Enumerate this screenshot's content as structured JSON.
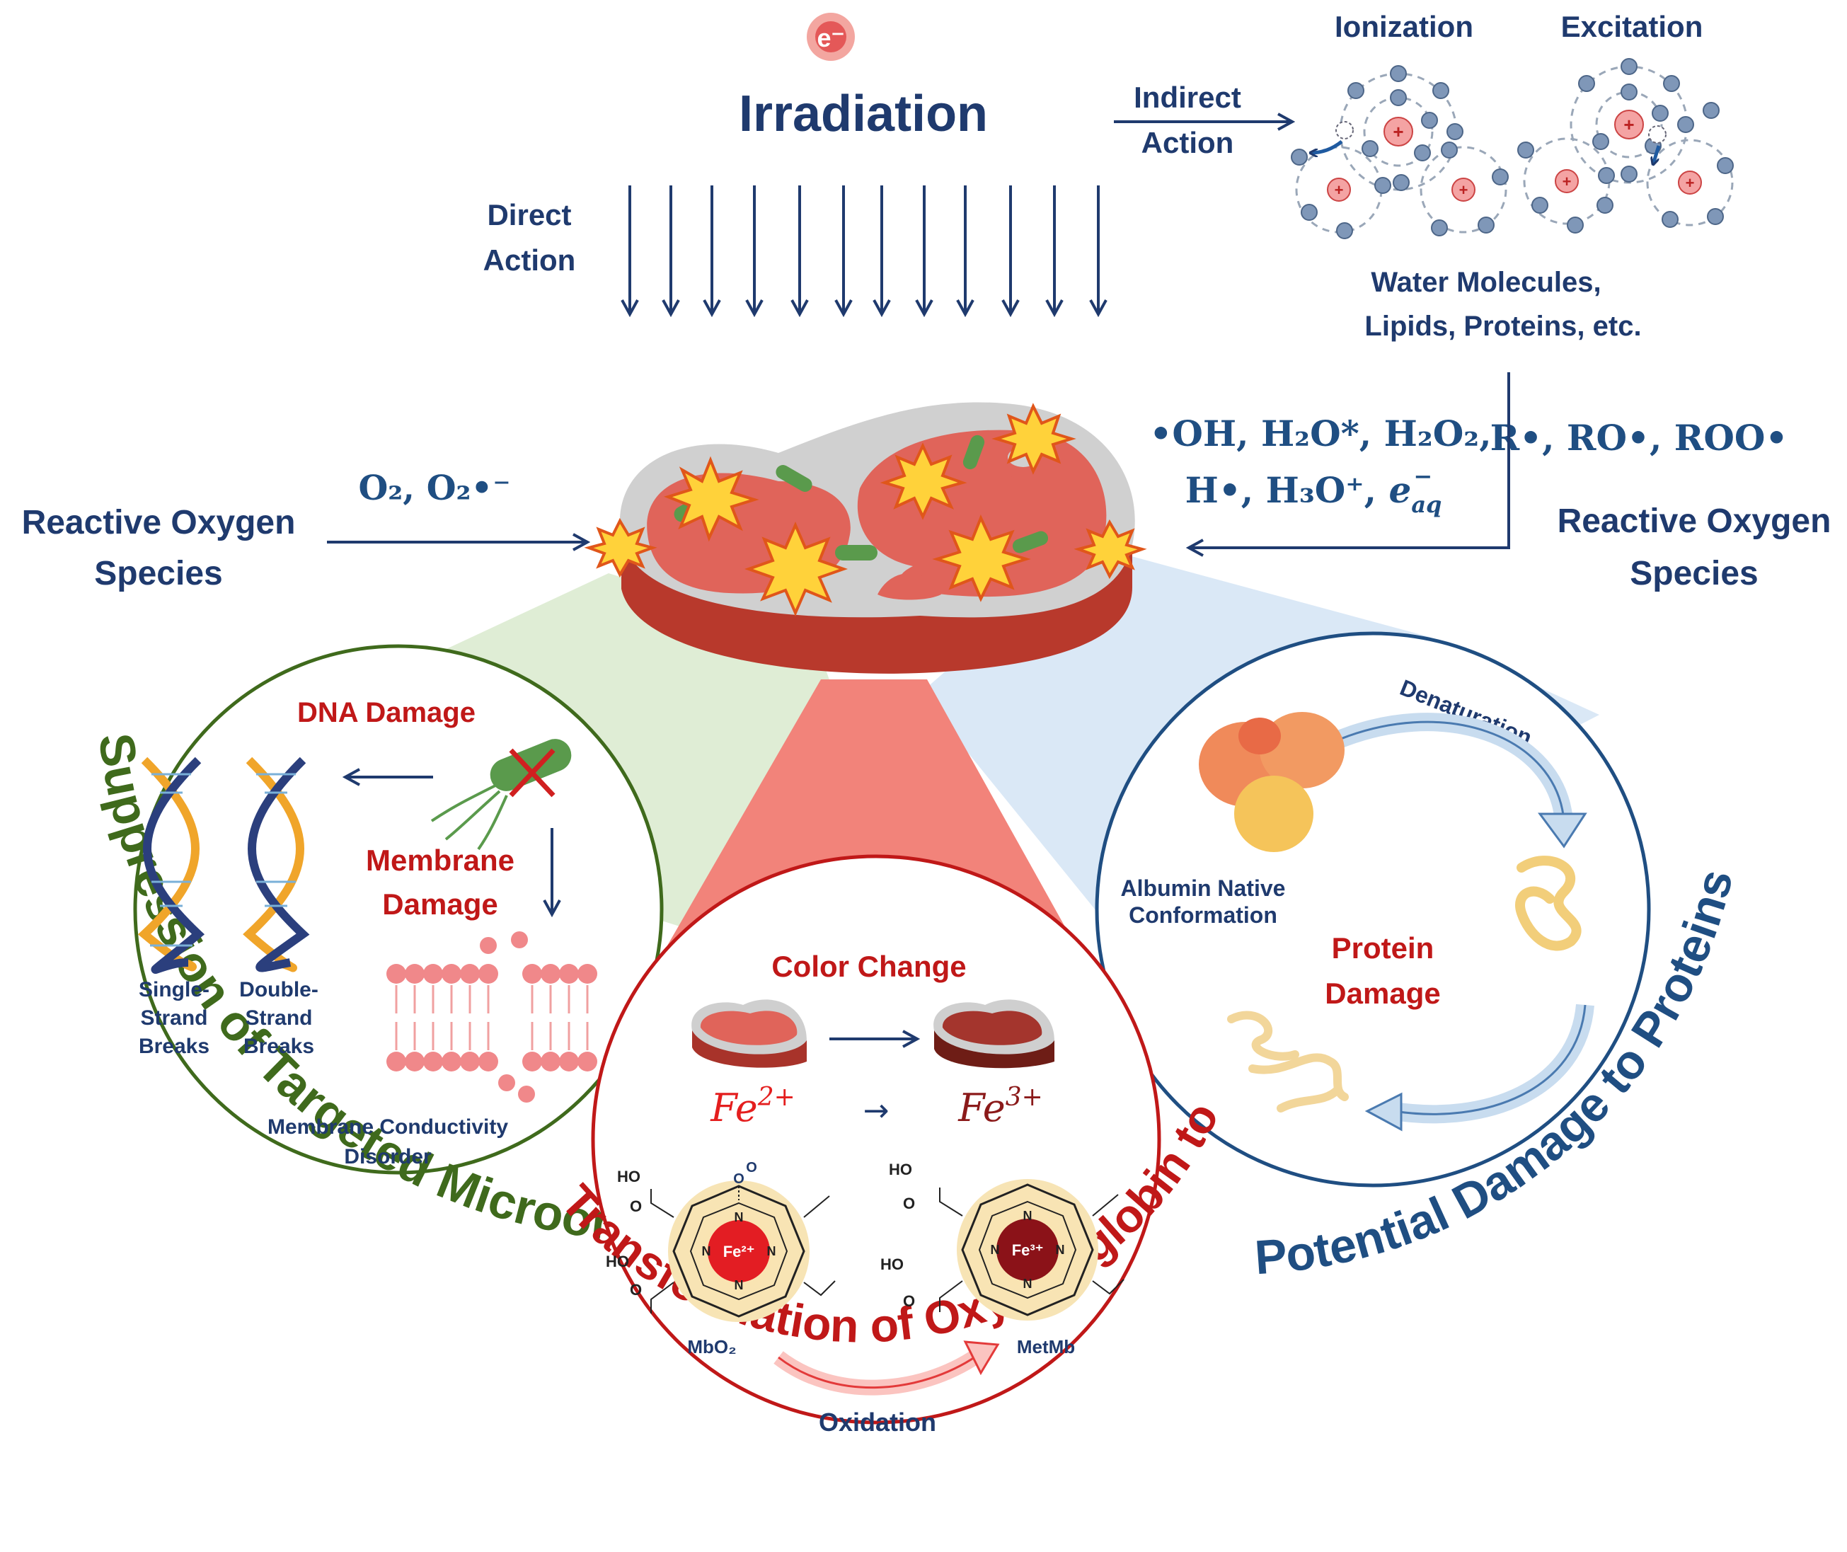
{
  "colors": {
    "navy": "#1f3a6e",
    "dark_red": "#c01818",
    "green": "#3f6a1c",
    "blue_title": "#1f4e82",
    "meat": "#e0645a",
    "fat": "#cfcfcf",
    "green_sector": "#dcebd0",
    "red_sector": "#f2837a",
    "blue_sector": "#d6e6f5"
  },
  "top": {
    "electron_label": "e⁻",
    "irradiation": "Irradiation",
    "direct_action": [
      "Direct",
      "Action"
    ],
    "indirect_action": [
      "Indirect",
      "Action"
    ],
    "ionization": "Ionization",
    "excitation": "Excitation",
    "targets": [
      "Water Molecules,",
      "Lipids, Proteins, etc."
    ]
  },
  "species": {
    "left_formula": "O₂, O₂•⁻",
    "left_label": [
      "Reactive Oxygen",
      "Species"
    ],
    "mid_line1": "•OH, H₂O*, H₂O₂,",
    "mid_line2_main": "H•, H₃O⁺, ",
    "mid_line2_e": "e",
    "mid_line2_sub": "aq",
    "mid_line2_sup": "−",
    "right_formula": "R•, RO•, ROO•",
    "right_label": [
      "Reactive Oxygen",
      "Species"
    ]
  },
  "left_panel": {
    "title": "Suppression of Targeted Microorganisms",
    "dna_damage": "DNA Damage",
    "membrane_damage": [
      "Membrane",
      "Damage"
    ],
    "single": [
      "Single-",
      "Strand",
      "Breaks"
    ],
    "double": [
      "Double-",
      "Strand",
      "Breaks"
    ],
    "conductivity": [
      "Membrane Conductivity",
      "Disorder"
    ]
  },
  "center_panel": {
    "title": "Transformation of Oxymyoglobin to Metmyoglobin",
    "color_change": "Color Change",
    "fe_left_base": "Fe",
    "fe_left_sup": "2+",
    "fe_right_base": "Fe",
    "fe_right_sup": "3+",
    "fe_arrow": "→",
    "iron_left": "Fe²⁺",
    "iron_right": "Fe³⁺",
    "mbo2": "MbO₂",
    "metmb": "MetMb",
    "oxidation": "Oxidation",
    "ho": "HO",
    "o": "O",
    "n": "N"
  },
  "right_panel": {
    "title": "Potential Damage to Proteins",
    "denaturation": "Denaturation",
    "albumin": [
      "Albumin Native",
      "Conformation"
    ],
    "protein_damage": [
      "Protein",
      "Damage"
    ]
  },
  "icons": [
    "electron-icon",
    "down-arrow-icon",
    "atom-icon",
    "meat-steak-icon",
    "explosion-icon",
    "bacterium-icon",
    "dna-helix-icon",
    "lipid-bilayer-icon",
    "heme-porphyrin-icon",
    "protein-structure-icon",
    "curved-arrow-icon"
  ]
}
